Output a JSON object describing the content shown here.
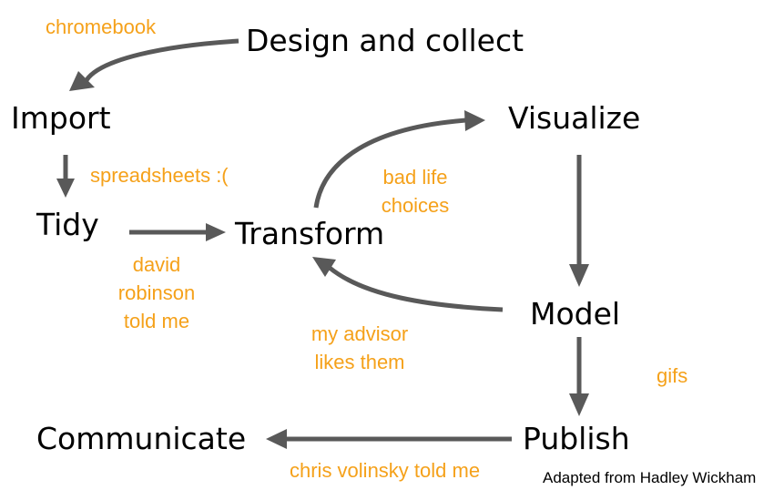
{
  "nodes": {
    "design": "Design and collect",
    "import": "Import",
    "tidy": "Tidy",
    "transform": "Transform",
    "visualize": "Visualize",
    "model": "Model",
    "publish": "Publish",
    "communicate": "Communicate"
  },
  "notes": {
    "chromebook": "chromebook",
    "spreadsheets": "spreadsheets :(",
    "bad_life_choices": [
      "bad life",
      "choices"
    ],
    "david_robinson": [
      "david",
      "robinson",
      "told me"
    ],
    "my_advisor": [
      "my advisor",
      "likes them"
    ],
    "gifs": "gifs",
    "chris_volinsky": "chris volinsky told me"
  },
  "credit": "Adapted from Hadley Wickham",
  "colors": {
    "arrow": "#595959",
    "note": "#f5a11a",
    "text": "#000000"
  }
}
